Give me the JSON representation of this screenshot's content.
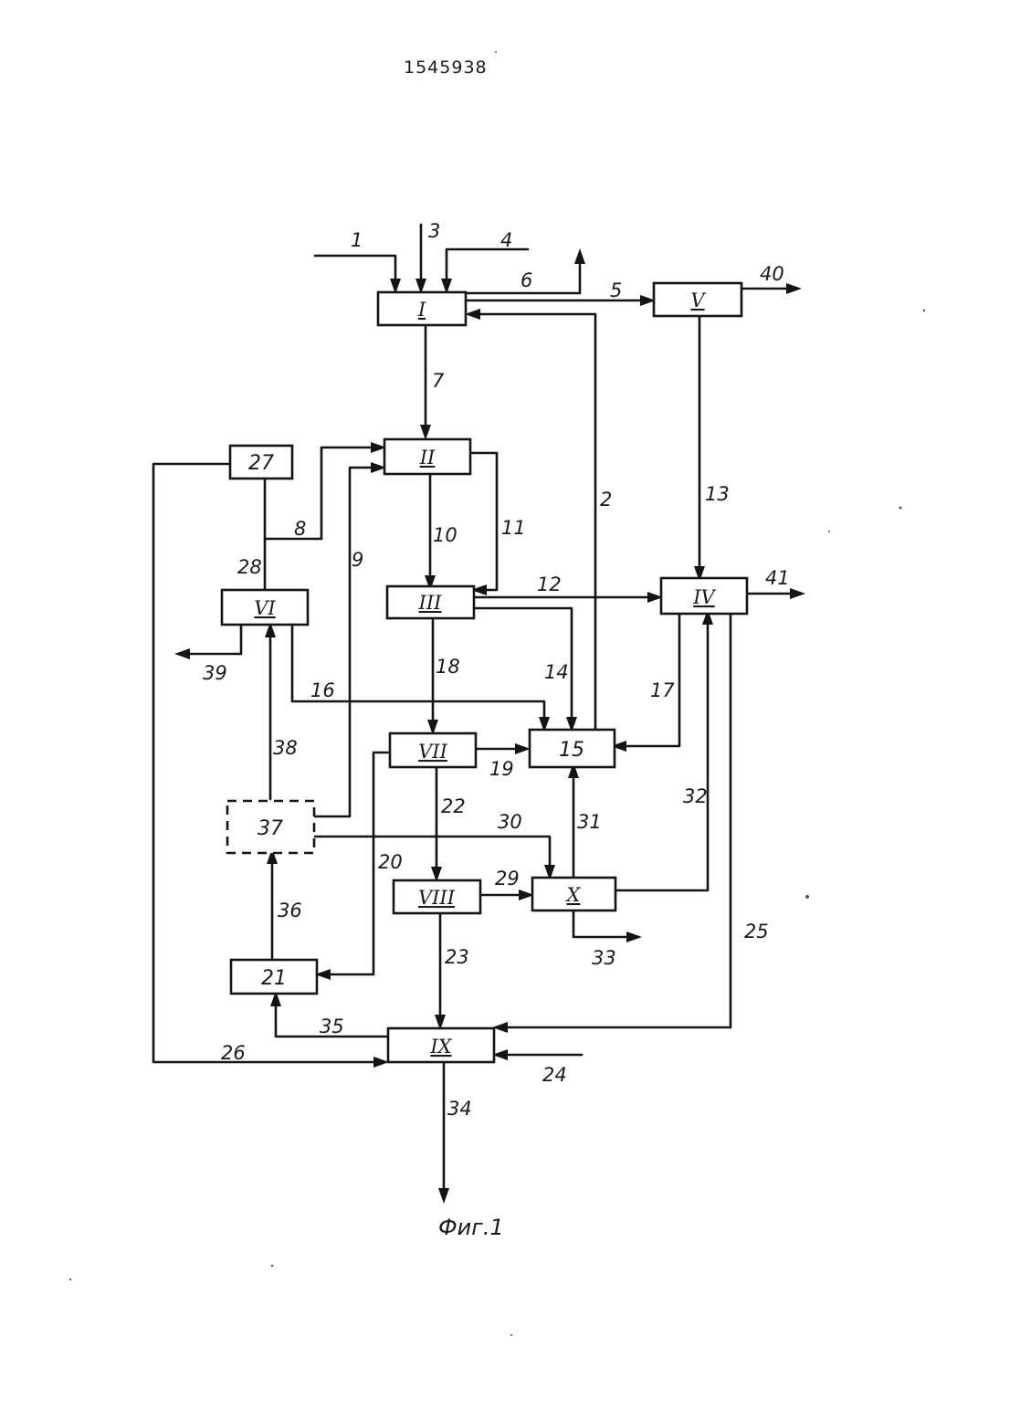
{
  "document_number": "1545938",
  "caption": "Фиг.1",
  "units": {
    "I": "I",
    "II": "II",
    "III": "III",
    "IV": "IV",
    "V": "V",
    "VI": "VI",
    "VII": "VII",
    "VIII": "VIII",
    "IX": "IX",
    "X": "X",
    "u15": "15",
    "u21": "21",
    "u27": "27",
    "u37": "37"
  },
  "streams": {
    "s1": "1",
    "s2": "2",
    "s3": "3",
    "s4": "4",
    "s5": "5",
    "s6": "6",
    "s7": "7",
    "s8": "8",
    "s9": "9",
    "s10": "10",
    "s11": "11",
    "s12": "12",
    "s13": "13",
    "s14": "14",
    "s16": "16",
    "s17": "17",
    "s18": "18",
    "s19": "19",
    "s20": "20",
    "s22": "22",
    "s23": "23",
    "s24": "24",
    "s25": "25",
    "s26": "26",
    "s28": "28",
    "s29": "29",
    "s30": "30",
    "s31": "31",
    "s32": "32",
    "s33": "33",
    "s34": "34",
    "s35": "35",
    "s36": "36",
    "s38": "38",
    "s39": "39",
    "s40": "40",
    "s41": "41"
  }
}
